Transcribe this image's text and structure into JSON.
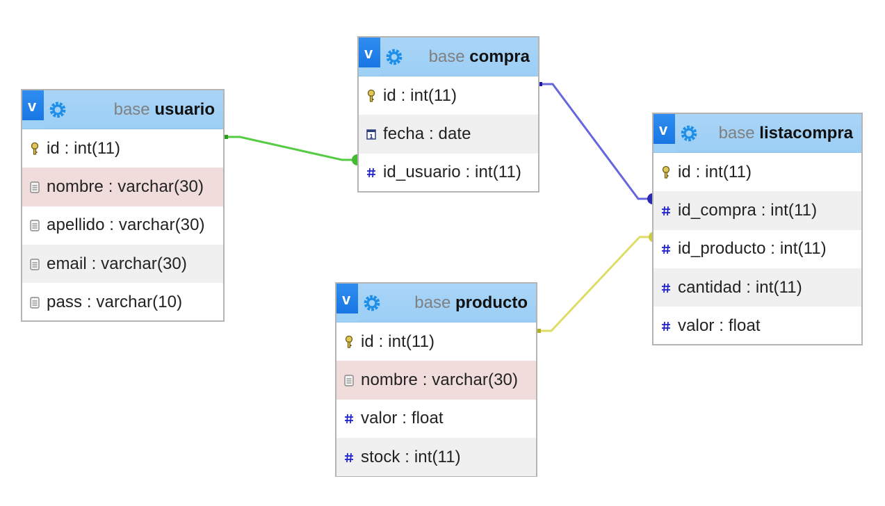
{
  "tables": {
    "usuario": {
      "db": "base",
      "name": "usuario",
      "columns": [
        {
          "text": "id : int(11)",
          "icon": "key-icon"
        },
        {
          "text": "nombre : varchar(30)",
          "icon": "text-field-icon"
        },
        {
          "text": "apellido : varchar(30)",
          "icon": "text-field-icon"
        },
        {
          "text": "email : varchar(30)",
          "icon": "text-field-icon"
        },
        {
          "text": "pass : varchar(10)",
          "icon": "text-field-icon"
        }
      ]
    },
    "compra": {
      "db": "base",
      "name": "compra",
      "columns": [
        {
          "text": "id : int(11)",
          "icon": "key-icon"
        },
        {
          "text": "fecha : date",
          "icon": "date-icon"
        },
        {
          "text": "id_usuario : int(11)",
          "icon": "number-icon"
        }
      ]
    },
    "listacompra": {
      "db": "base",
      "name": "listacompra",
      "columns": [
        {
          "text": "id : int(11)",
          "icon": "key-icon"
        },
        {
          "text": "id_compra : int(11)",
          "icon": "number-icon"
        },
        {
          "text": "id_producto : int(11)",
          "icon": "number-icon"
        },
        {
          "text": "cantidad : int(11)",
          "icon": "number-icon"
        },
        {
          "text": "valor : float",
          "icon": "number-icon"
        }
      ]
    },
    "producto": {
      "db": "base",
      "name": "producto",
      "columns": [
        {
          "text": "id : int(11)",
          "icon": "key-icon"
        },
        {
          "text": "nombre : varchar(30)",
          "icon": "text-field-icon"
        },
        {
          "text": "valor : float",
          "icon": "number-icon"
        },
        {
          "text": "stock : int(11)",
          "icon": "number-icon"
        }
      ]
    }
  },
  "toggle_label": "v",
  "relations": [
    {
      "from": "usuario.id",
      "to": "compra.id_usuario",
      "color": "#55cc44"
    },
    {
      "from": "compra.id",
      "to": "listacompra.id_compra",
      "color": "#6666dd"
    },
    {
      "from": "producto.id",
      "to": "listacompra.id_producto",
      "color": "#dddd66"
    }
  ],
  "colors": {
    "header": "#a9d5f7",
    "toggle": "#1a78e6",
    "highlight_row": "#f1dcdc",
    "alt_row": "#f0f0f0"
  }
}
